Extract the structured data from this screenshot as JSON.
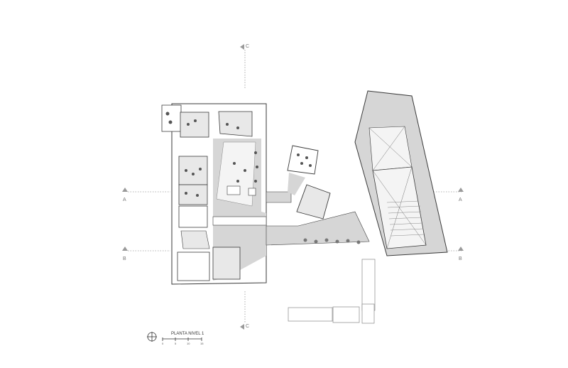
{
  "drawing": {
    "title": "PLANTA NIVEL 1",
    "scale_bar": {
      "ticks": [
        "0",
        "5",
        "10",
        "15"
      ]
    },
    "north_arrow": "north-arrow-icon",
    "section_marks": [
      {
        "id": "A",
        "side": "left",
        "label": "A"
      },
      {
        "id": "B",
        "side": "left",
        "label": "B"
      },
      {
        "id": "A",
        "side": "right",
        "label": "A"
      },
      {
        "id": "B",
        "side": "right",
        "label": "B"
      },
      {
        "id": "C",
        "side": "top",
        "label": "C"
      },
      {
        "id": "C",
        "side": "bottom",
        "label": "C"
      }
    ]
  },
  "colors": {
    "line": "#3a3a3a",
    "fill_grey": "#d6d6d6",
    "fill_light": "#e8e8e8",
    "section_line": "#9a9a9a"
  }
}
